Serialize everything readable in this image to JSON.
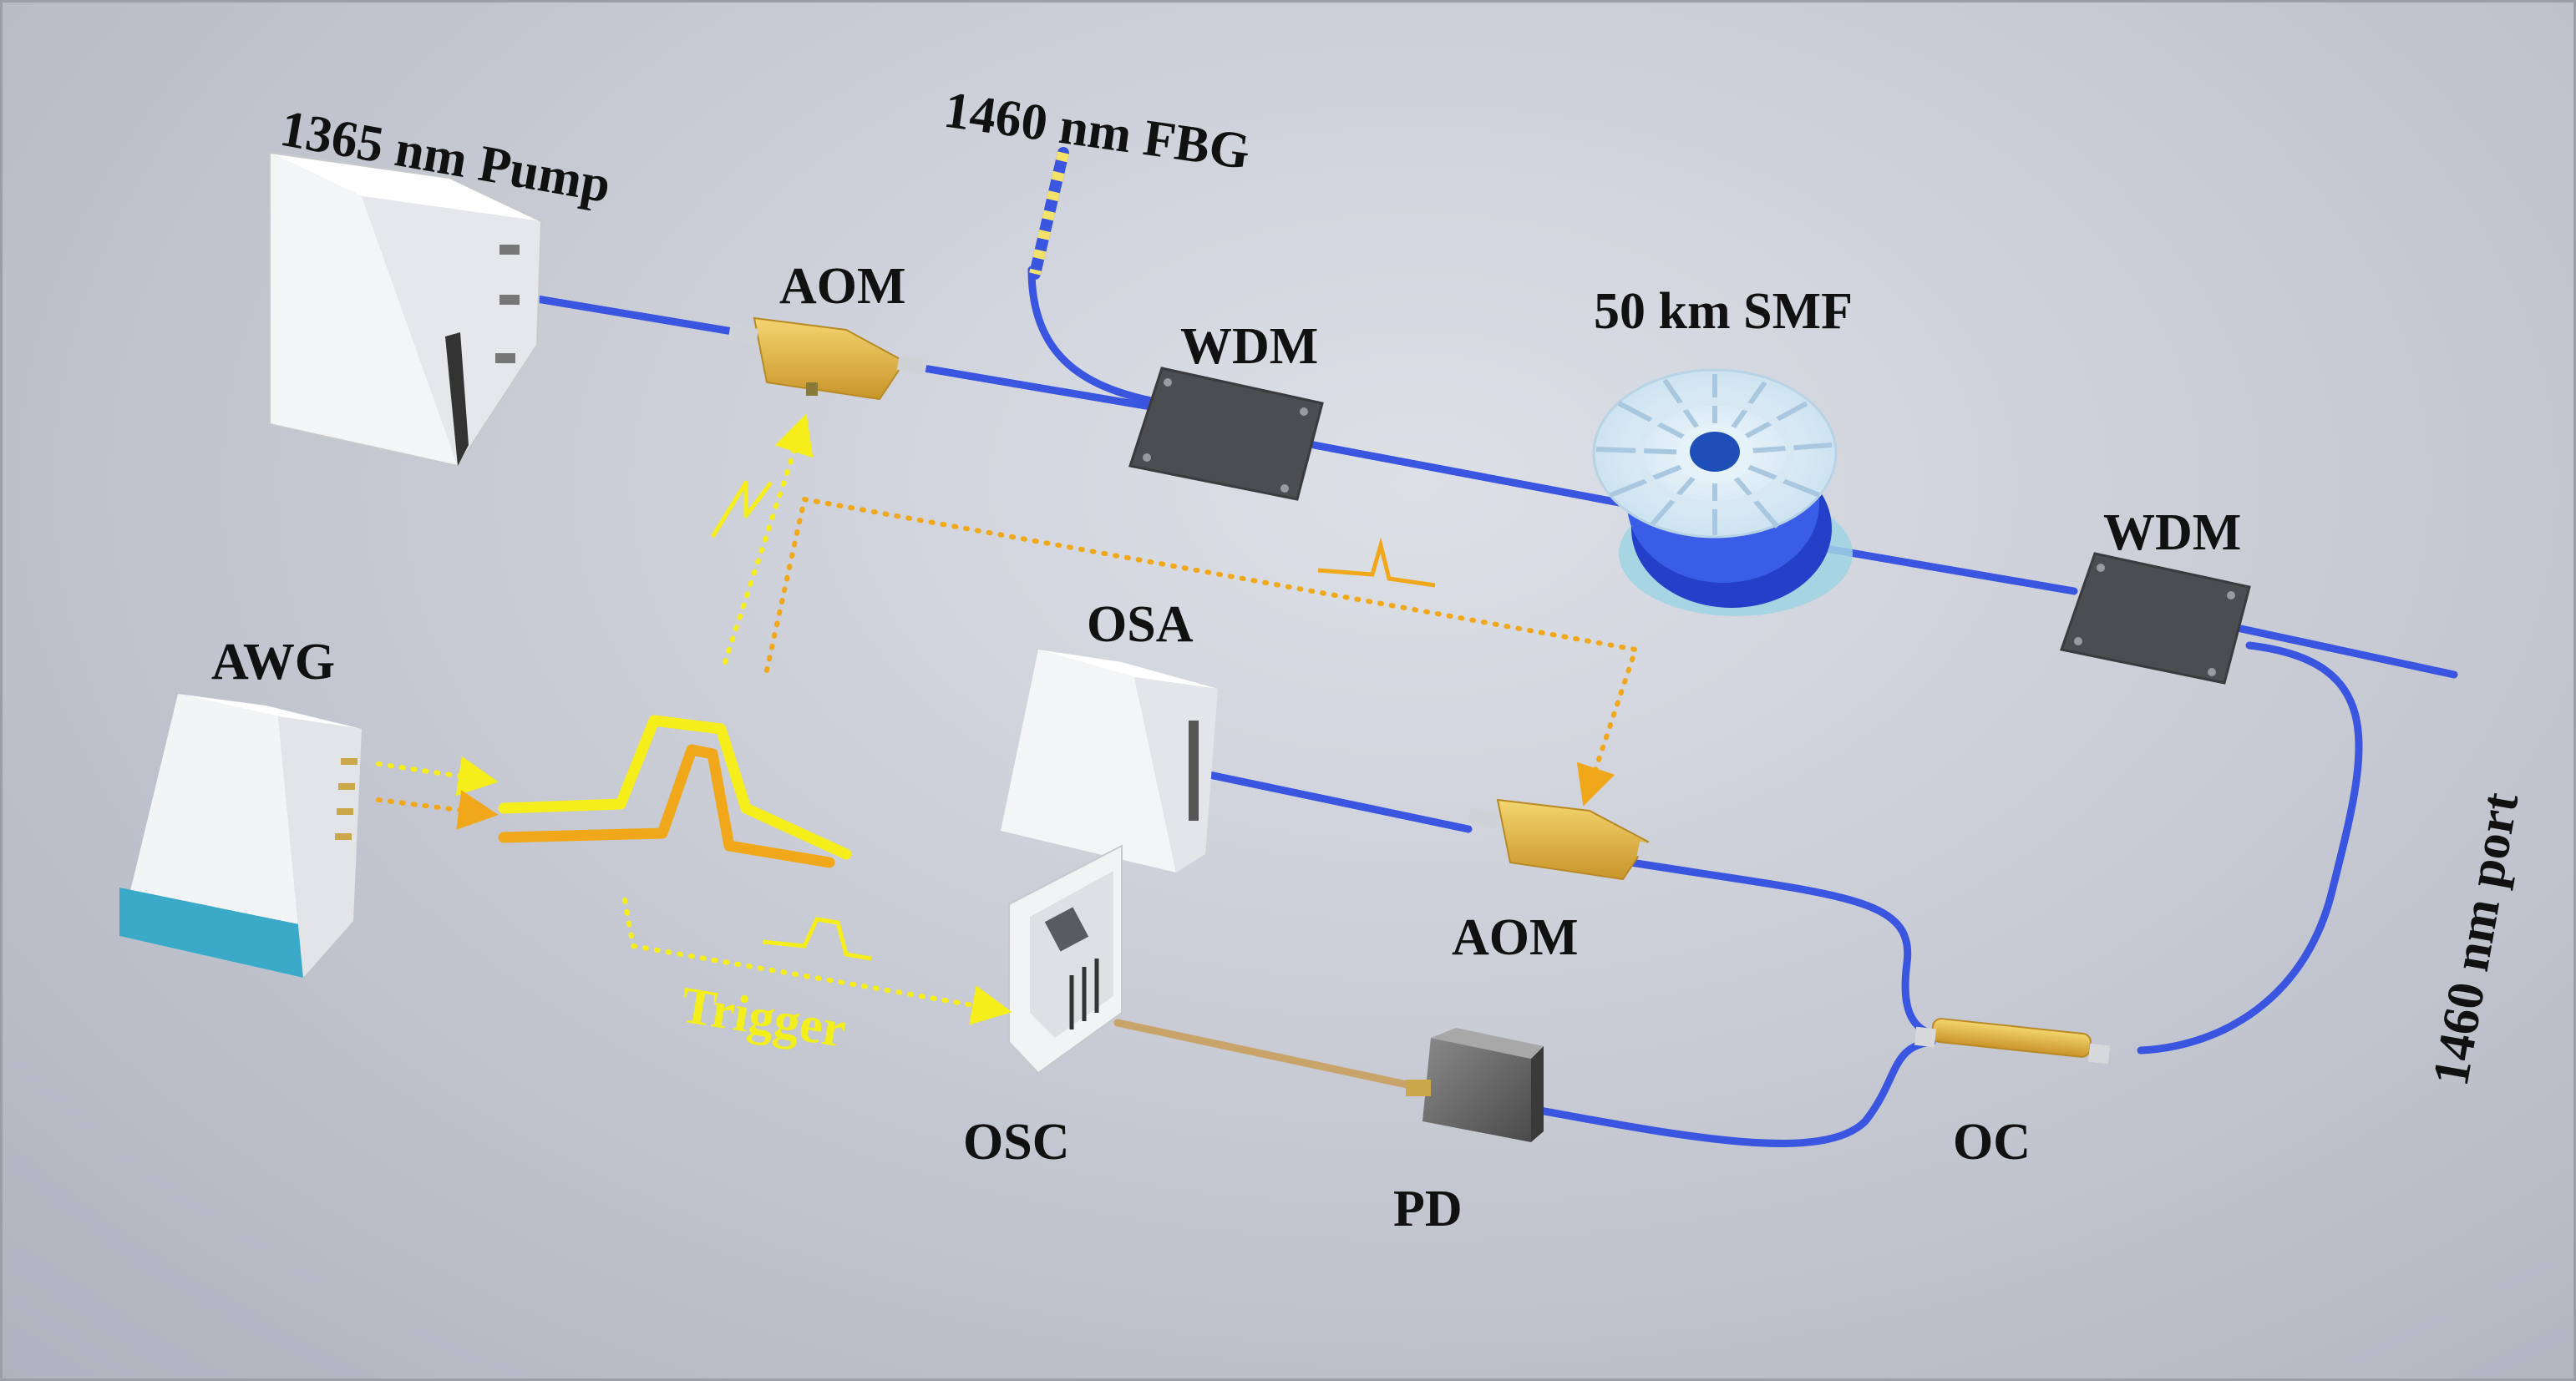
{
  "labels": {
    "pump": "1365 nm Pump",
    "fbg": "1460 nm FBG",
    "aom_top": "AOM",
    "wdm_left": "WDM",
    "smf": "50 km SMF",
    "wdm_right": "WDM",
    "awg": "AWG",
    "osa": "OSA",
    "aom_bottom": "AOM",
    "trigger": "Trigger",
    "osc": "OSC",
    "pd": "PD",
    "oc": "OC",
    "port": "1460 nm port"
  },
  "colors": {
    "fiber": "#3a55e0",
    "signal_yellow": "#f5ee1a",
    "signal_orange": "#f0a81a",
    "aom_gold": "#e2b73a",
    "wdm_dark": "#4c4d51",
    "background": "#c9ccd5"
  }
}
